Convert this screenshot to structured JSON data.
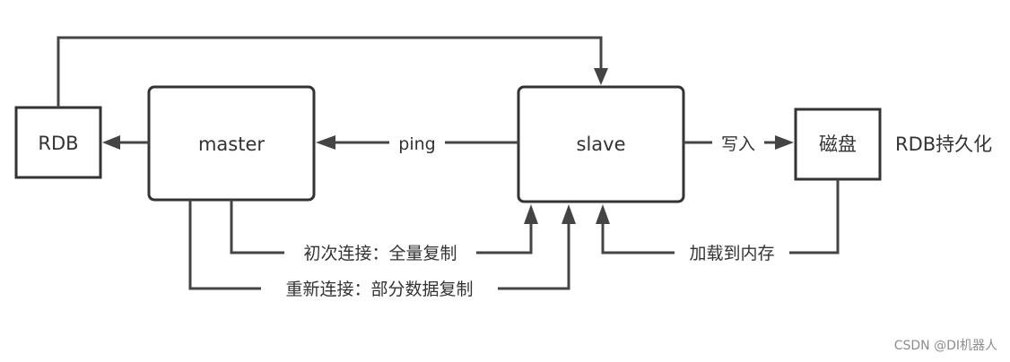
{
  "nodes": {
    "rdb": "RDB",
    "master": "master",
    "slave": "slave",
    "disk": "磁盘",
    "persist_note": "RDB持久化"
  },
  "edges": {
    "ping": "ping",
    "write": "写入",
    "initial_sync": "初次连接：全量复制",
    "reconnect_sync": "重新连接：部分数据复制",
    "load_memory": "加载到内存"
  },
  "watermark": "CSDN @DI机器人",
  "colors": {
    "stroke": "#333333",
    "text": "#333333",
    "watermark": "#8c8c8c"
  }
}
